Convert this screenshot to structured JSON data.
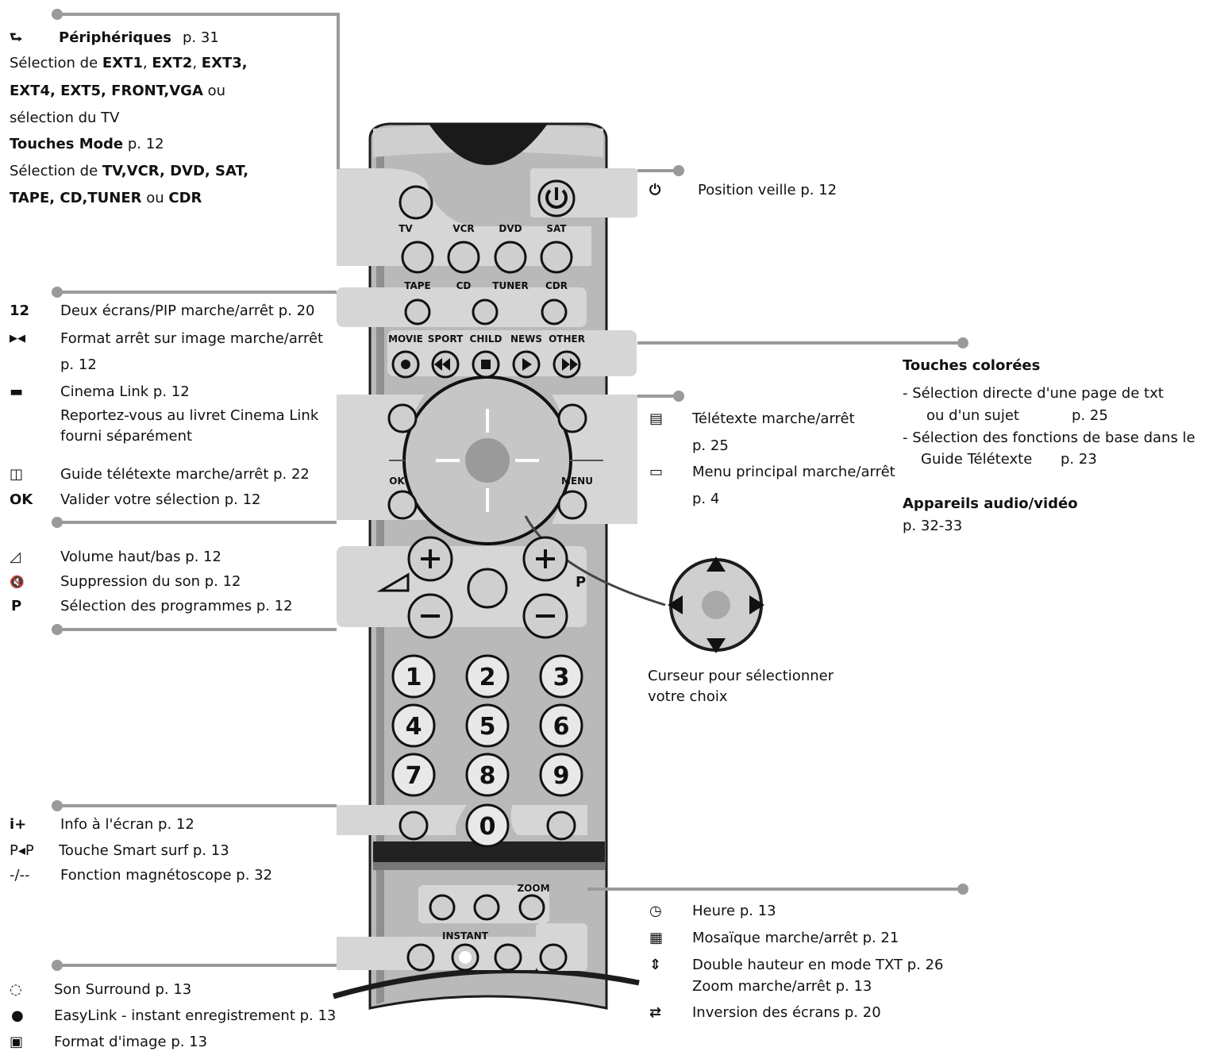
{
  "colors": {
    "remote_body": "#b8b8b8",
    "remote_dark": "#1c1c1c",
    "panel": "#d4d4d4",
    "line": "#9a9a9a"
  },
  "left": {
    "periph": {
      "icon": "⮑",
      "title": "Périphériques",
      "page": "p. 31"
    },
    "ext": {
      "l1_pre": "Sélection de ",
      "l1_b1": "EXT1",
      "l1_sep": ", ",
      "l1_b2": "EXT2",
      "l1_sep2": ", ",
      "l1_b3": "EXT3,",
      "l2_b": "EXT4, EXT5, FRONT,VGA",
      "l2_post": " ou",
      "l3": "sélection du TV"
    },
    "mode": {
      "title": "Touches Mode",
      "page": " p. 12",
      "l1_pre": "Sélection de ",
      "l1_b": "TV,VCR, DVD, SAT,",
      "l2_b1": "TAPE, CD,TUNER",
      "l2_mid": " ou ",
      "l2_b2": "CDR"
    },
    "pip": {
      "icon": "12",
      "text": "Deux écrans/PIP marche/arrêt   p. 20"
    },
    "freeze": {
      "icon": "▶◀",
      "l1": "Format arrêt sur image marche/arrêt",
      "l2": "p. 12"
    },
    "cinema": {
      "icon": "▬",
      "l1": "Cinema Link  p. 12",
      "l2": "Reportez-vous au livret Cinema Link",
      "l3": "fourni séparément"
    },
    "guide": {
      "icon": "◫",
      "text": "Guide télétexte marche/arrêt  p. 22"
    },
    "ok": {
      "icon": "OK",
      "text": "Valider votre sélection  p. 12"
    },
    "vol": {
      "icon": "◿",
      "text": "Volume haut/bas  p. 12"
    },
    "mute": {
      "icon": "🔇",
      "text": "Suppression du son  p. 12"
    },
    "prog": {
      "icon": "P",
      "text": "Sélection des programmes  p. 12"
    },
    "info": {
      "icon": "i+",
      "text": "Info à l'écran   p. 12"
    },
    "smart": {
      "icon": "P◂P",
      "text": "Touche Smart surf  p. 13"
    },
    "vcrf": {
      "icon": "-/--",
      "text": "Fonction magnétoscope   p. 32"
    },
    "surround": {
      "icon": "◌",
      "text": "Son Surround   p. 13"
    },
    "easylink": {
      "icon": "●",
      "text": "EasyLink - instant enregistrement   p. 13"
    },
    "format": {
      "icon": "▣",
      "text": "Format d'image   p. 13"
    }
  },
  "right": {
    "standby": {
      "icon": "⏻",
      "text": "Position veille  p. 12"
    },
    "colored": {
      "title": "Touches colorées",
      "a1": "-   Sélection directe d'une page de txt",
      "a2": "ou d'un sujet",
      "a2p": "p. 25",
      "b1": "-   Sélection des fonctions de base dans le",
      "b2": "Guide Télétexte",
      "b2p": "p. 23"
    },
    "audio": {
      "title": "Appareils audio/vidéo",
      "page": "p. 32-33"
    },
    "teletext": {
      "icon": "▤",
      "l1": "Télétexte marche/arrêt",
      "l2": "p. 25"
    },
    "menu": {
      "icon": "▭",
      "l1": "Menu principal marche/arrêt",
      "l2": "p. 4"
    },
    "cursor": {
      "l1": "Curseur pour sélectionner",
      "l2": "votre choix"
    },
    "clock": {
      "icon": "◷",
      "text": "Heure  p. 13"
    },
    "mosaic": {
      "icon": "▦",
      "text": "Mosaïque marche/arrêt   p. 21"
    },
    "double": {
      "icon": "⇕",
      "l1": "Double hauteur en mode TXT    p. 26",
      "l2": "Zoom marche/arrêt  p. 13"
    },
    "swap": {
      "icon": "⇄",
      "text": "Inversion des écrans    p. 20"
    }
  },
  "remote": {
    "mode_top": [
      "VCR",
      "DVD",
      "SAT"
    ],
    "mode_tv": "TV",
    "mode_bottom": [
      "TAPE",
      "CD",
      "TUNER",
      "CDR"
    ],
    "smart": [
      "MOVIE",
      "SPORT",
      "CHILD",
      "NEWS",
      "OTHER"
    ],
    "ok": "OK",
    "menu": "MENU",
    "p": "P",
    "zoom": "ZOOM",
    "instant": "INSTANT",
    "digits": [
      "1",
      "2",
      "3",
      "4",
      "5",
      "6",
      "7",
      "8",
      "9",
      "0"
    ]
  }
}
